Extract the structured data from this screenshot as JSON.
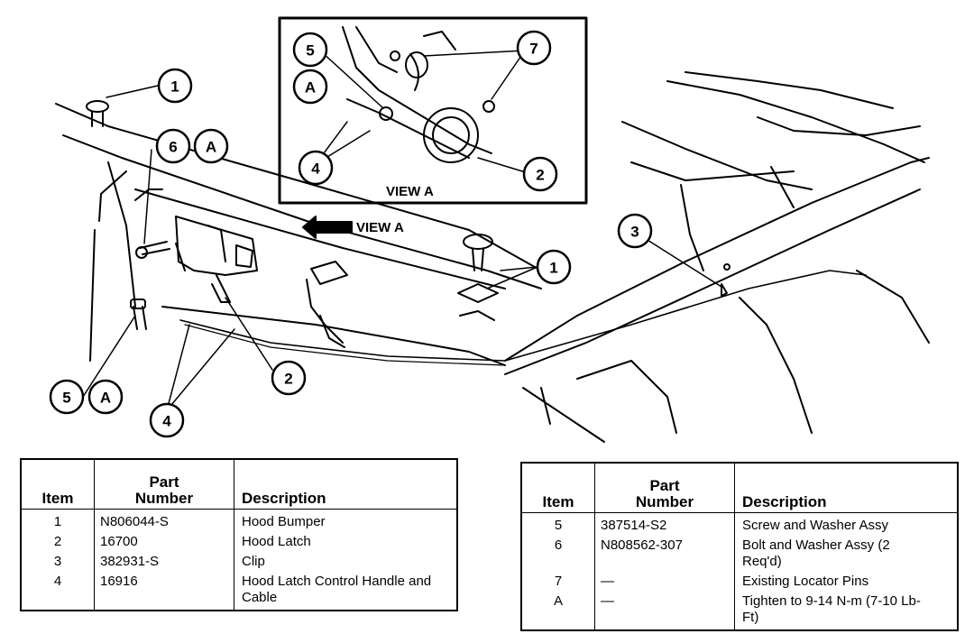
{
  "diagram": {
    "inset_label": "VIEW A",
    "arrow_label": "VIEW A",
    "callouts": {
      "c1_top": "1",
      "c1_mid": "1",
      "c2_mid": "2",
      "c2_inset": "2",
      "c3": "3",
      "c4_low": "4",
      "c4_inset": "4",
      "c5_low": "5",
      "c5_inset": "5",
      "c6": "6",
      "c7": "7",
      "a_top": "A",
      "a_low": "A",
      "a_inset": "A"
    }
  },
  "tables": {
    "headers": {
      "item": "Item",
      "part_l1": "Part",
      "part_l2": "Number",
      "description": "Description"
    },
    "left_rows": [
      {
        "item": "1",
        "part": "N806044-S",
        "desc": "Hood Bumper"
      },
      {
        "item": "2",
        "part": "16700",
        "desc": "Hood Latch"
      },
      {
        "item": "3",
        "part": "382931-S",
        "desc": "Clip"
      },
      {
        "item": "4",
        "part": "16916",
        "desc": "Hood Latch Control Handle and Cable"
      }
    ],
    "right_rows": [
      {
        "item": "5",
        "part": "387514-S2",
        "desc": "Screw and Washer Assy"
      },
      {
        "item": "6",
        "part": "N808562-307",
        "desc": "Bolt and Washer Assy (2 Req'd)"
      },
      {
        "item": "7",
        "part": "—",
        "desc": "Existing Locator Pins"
      },
      {
        "item": "A",
        "part": "—",
        "desc": "Tighten to 9-14 N-m (7-10 Lb-Ft)"
      }
    ]
  }
}
